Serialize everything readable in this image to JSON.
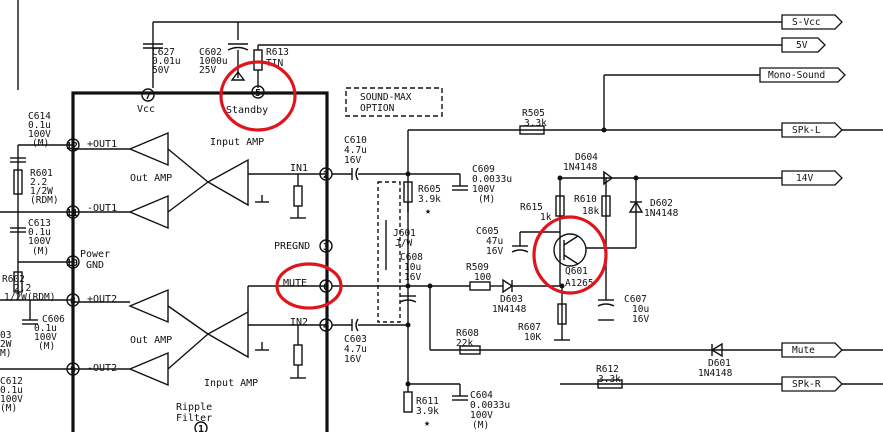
{
  "labels": {
    "svcc": "S-Vcc",
    "v5": "5V",
    "mono_sound": "Mono-Sound",
    "spk_l": "SPk-L",
    "v14": "14V",
    "mute": "Mute",
    "spk_r": "SPk-R",
    "vcc": "Vcc",
    "standby": "Standby",
    "input_amp_top": "Input AMP",
    "input_amp_bottom": "Input AMP",
    "out_amp_top": "Out AMP",
    "out_amp_bottom": "Out AMP",
    "out1_plus": "+OUT1",
    "out1_minus": "-OUT1",
    "out2_plus": "+OUT2",
    "out2_minus": "-OUT2",
    "power_gnd_1": "Power",
    "power_gnd_2": "GND",
    "in1": "IN1",
    "in2": "IN2",
    "pregnd": "PREGND",
    "mute_pin": "MUTE",
    "ripple_1": "Ripple",
    "ripple_2": "Filter",
    "sound_max_1": "SOUND-MAX",
    "sound_max_2": "OPTION"
  },
  "pins": [
    "7",
    "5",
    "12",
    "11",
    "10",
    "8",
    "9",
    "2",
    "3",
    "6",
    "4",
    "1"
  ],
  "components": {
    "c627": [
      "C627",
      "0.01u",
      "50V"
    ],
    "c602": [
      "C602",
      "1000u",
      "25V"
    ],
    "r613": [
      "R613",
      "TIN"
    ],
    "c614": [
      "C614",
      "0.1u",
      "100V",
      "(M)"
    ],
    "r601": [
      "R601",
      "2.2",
      "1/2W",
      "(RDM)"
    ],
    "c613": [
      "C613",
      "0.1u",
      "100V",
      "(M)"
    ],
    "r602": [
      "R602",
      "2.2",
      "1/2W(RDM)"
    ],
    "c606": [
      "C606",
      "0.1u",
      "100V",
      "(M)"
    ],
    "c612": [
      "C612",
      "0.1u",
      "100V",
      "(M)"
    ],
    "left_partial": [
      "03",
      "2W",
      "M)"
    ],
    "c610": [
      "C610",
      "4.7u",
      "16V"
    ],
    "r605": [
      "R605",
      "3.9k"
    ],
    "c609": [
      "C609",
      "0.0033u",
      "100V",
      "(M)"
    ],
    "j601": [
      "J601",
      "J/W"
    ],
    "c608": [
      "C608",
      "10u",
      "16V"
    ],
    "r509": [
      "R509",
      "100"
    ],
    "c603": [
      "C603",
      "4.7u",
      "16V"
    ],
    "r611": [
      "R611",
      "3.9k"
    ],
    "c604": [
      "C604",
      "0.0033u",
      "100V",
      "(M)"
    ],
    "r505": [
      "R505",
      "3.3k"
    ],
    "d604": [
      "D604",
      "1N4148"
    ],
    "r615": [
      "R615",
      "1k"
    ],
    "r610": [
      "R610",
      "18k"
    ],
    "d602": [
      "D602",
      "1N4148"
    ],
    "c605": [
      "C605",
      "47u",
      "16V"
    ],
    "q601": [
      "Q601",
      "A1265"
    ],
    "d603": [
      "D603",
      "1N4148"
    ],
    "r607": [
      "R607",
      "10K"
    ],
    "c607": [
      "C607",
      "10u",
      "16V"
    ],
    "r608": [
      "R608",
      "22k"
    ],
    "d601": [
      "D601",
      "1N4148"
    ],
    "r612": [
      "R612",
      "3.3k"
    ]
  },
  "colors": {
    "ink": "#111111",
    "highlight": "#e0141c"
  }
}
